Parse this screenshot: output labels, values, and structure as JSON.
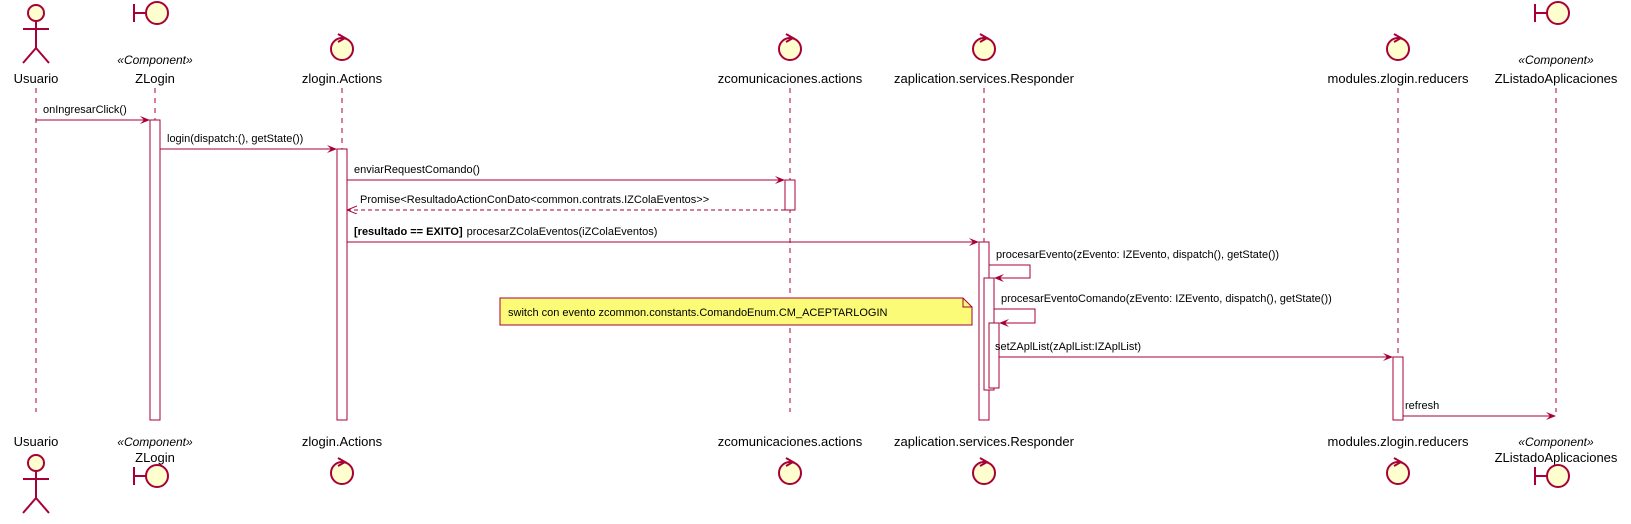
{
  "participants": [
    {
      "id": "usuario",
      "kind": "actor",
      "name": "Usuario",
      "stereotype": ""
    },
    {
      "id": "zlogin",
      "kind": "boundary",
      "name": "ZLogin",
      "stereotype": "«Component»"
    },
    {
      "id": "actions",
      "kind": "control",
      "name": "zlogin.Actions",
      "stereotype": ""
    },
    {
      "id": "zcom",
      "kind": "control",
      "name": "zcomunicaciones.actions",
      "stereotype": ""
    },
    {
      "id": "responder",
      "kind": "control",
      "name": "zaplication.services.Responder",
      "stereotype": ""
    },
    {
      "id": "reducers",
      "kind": "control",
      "name": "modules.zlogin.reducers",
      "stereotype": ""
    },
    {
      "id": "zlistado",
      "kind": "boundary",
      "name": "ZListadoAplicaciones",
      "stereotype": "«Component»"
    }
  ],
  "messages": [
    {
      "from": "usuario",
      "to": "zlogin",
      "guard": "",
      "label": "onIngresarClick()",
      "style": "solid"
    },
    {
      "from": "zlogin",
      "to": "actions",
      "guard": "",
      "label": "login(dispatch:(), getState())",
      "style": "solid"
    },
    {
      "from": "actions",
      "to": "zcom",
      "guard": "",
      "label": "enviarRequestComando()",
      "style": "solid"
    },
    {
      "from": "zcom",
      "to": "actions",
      "guard": "",
      "label": "Promise<ResultadoActionConDato<common.contrats.IZColaEventos>>",
      "style": "dashed"
    },
    {
      "from": "actions",
      "to": "responder",
      "guard": "[resultado == EXITO]",
      "label": "procesarZColaEventos(iZColaEventos)",
      "style": "solid"
    },
    {
      "from": "responder",
      "to": "responder",
      "guard": "",
      "label": "procesarEvento(zEvento: IZEvento, dispatch(), getState())",
      "style": "self"
    },
    {
      "from": "responder",
      "to": "responder",
      "guard": "",
      "label": "procesarEventoComando(zEvento: IZEvento, dispatch(), getState())",
      "style": "self"
    },
    {
      "from": "responder",
      "to": "reducers",
      "guard": "",
      "label": "setZAplList(zAplList:IZAplList)",
      "style": "solid"
    },
    {
      "from": "reducers",
      "to": "zlistado",
      "guard": "",
      "label": "refresh",
      "style": "solid"
    }
  ],
  "note": "switch con evento zcommon.constants.ComandoEnum.CM_ACEPTARLOGIN",
  "colors": {
    "line": "#A80036",
    "fill": "#FEFECE",
    "note_fill": "#FBFB77",
    "note_border": "#A80036"
  }
}
